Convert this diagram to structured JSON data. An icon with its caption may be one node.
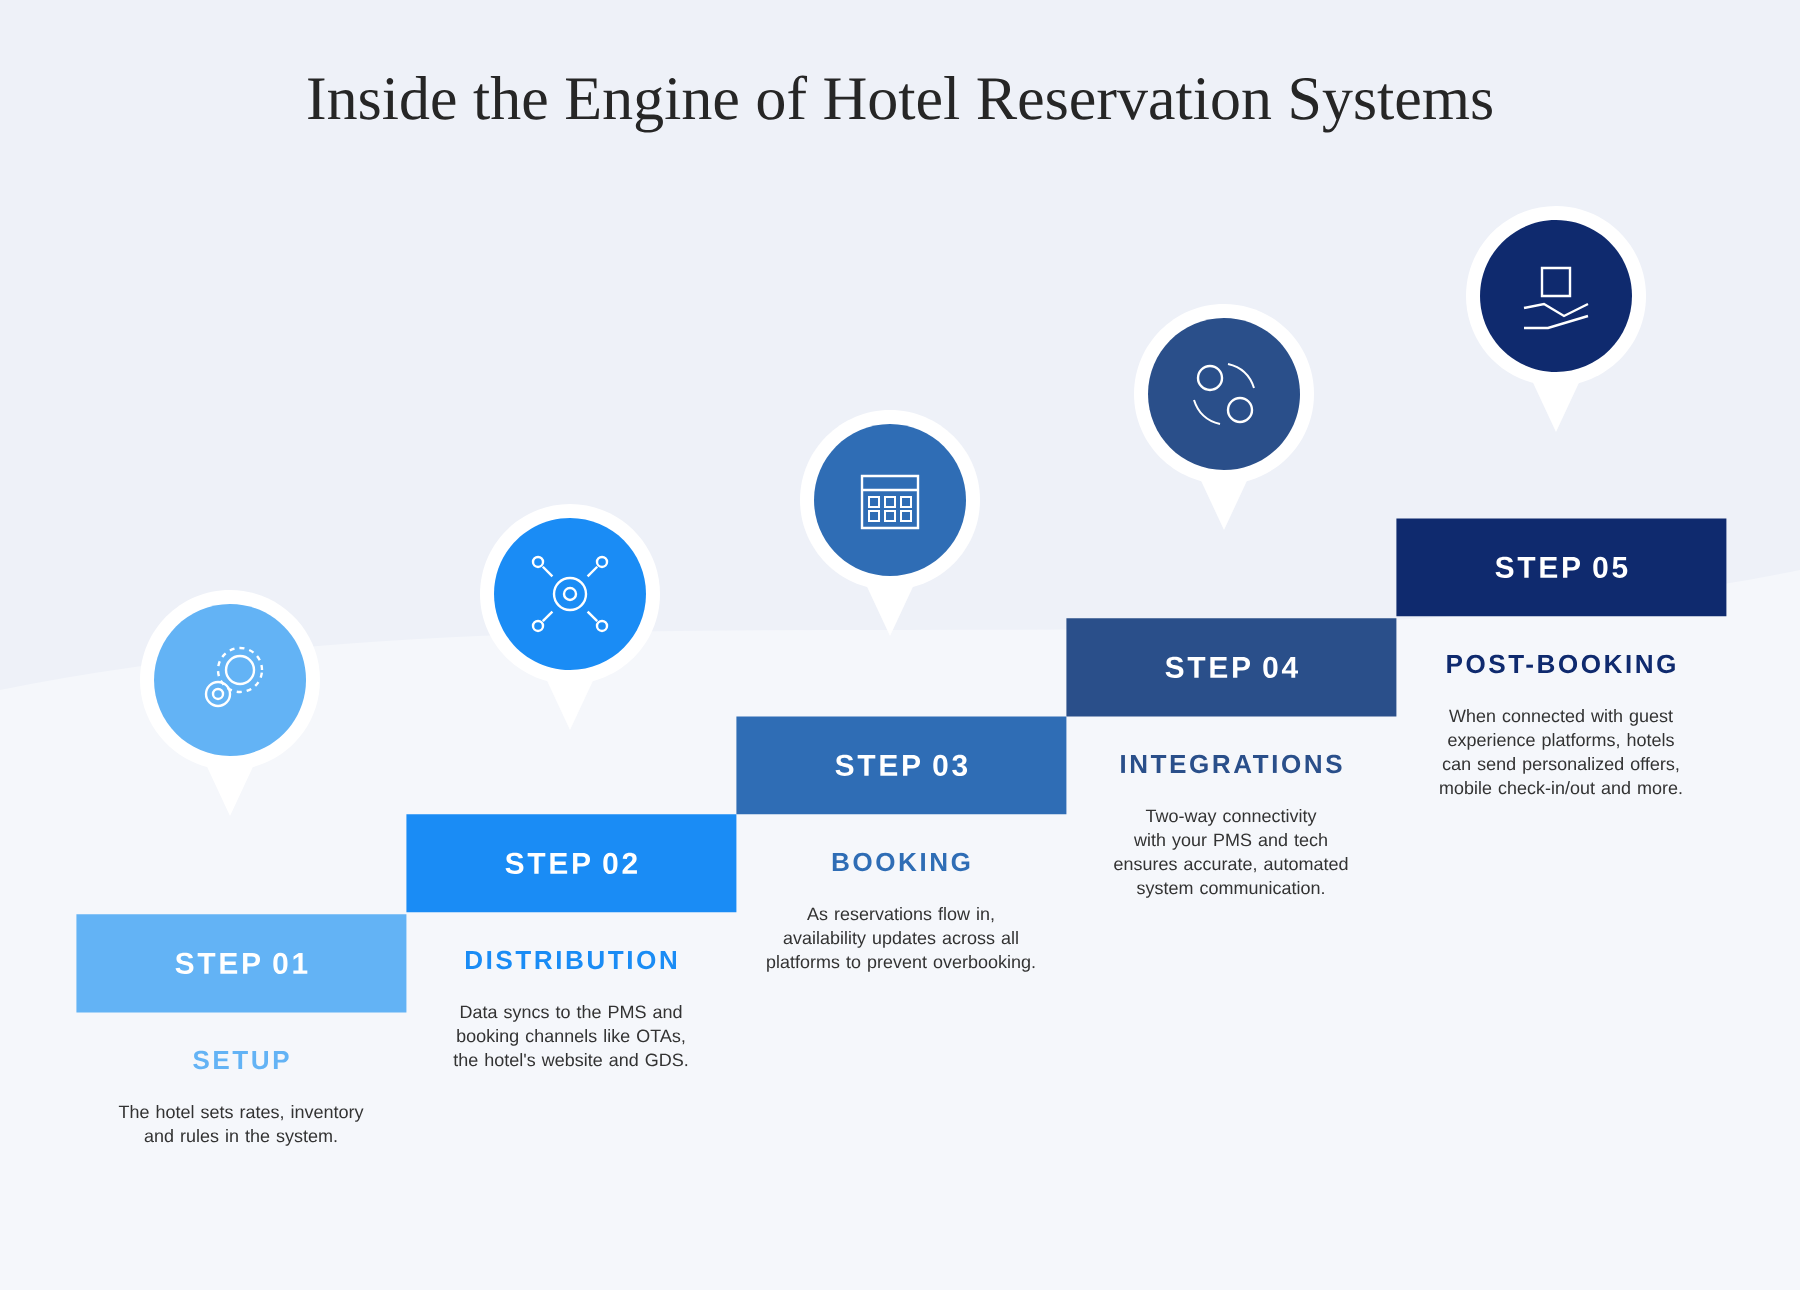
{
  "diagram": {
    "title": "Inside the Engine of Hotel Reservation Systems",
    "nodes": [
      {
        "text": [
          "STEP 01"
        ]
      },
      {
        "text": [
          "STEP 02"
        ]
      },
      {
        "text": [
          "STEP 03"
        ]
      },
      {
        "text": [
          "STEP 04"
        ]
      },
      {
        "text": [
          "STEP 05"
        ]
      }
    ],
    "labels": [
      "SETUP",
      "The hotel sets rates, inventory and rules in the system.",
      "DISTRIBUTION",
      "Data syncs to the PMS and booking channels like OTAs, the hotel's website and GDS.",
      "BOOKING",
      "As reservations flow in, availability updates across all platforms to prevent overbooking.",
      "INTEGRATIONS",
      "Two-way connectivity with your PMS and tech ensures accurate, automated system communication.",
      "POST-BOOKING",
      "When connected with guest experience platforms, hotels can send personalized offers, mobile check-in/out and more."
    ]
  }
}
